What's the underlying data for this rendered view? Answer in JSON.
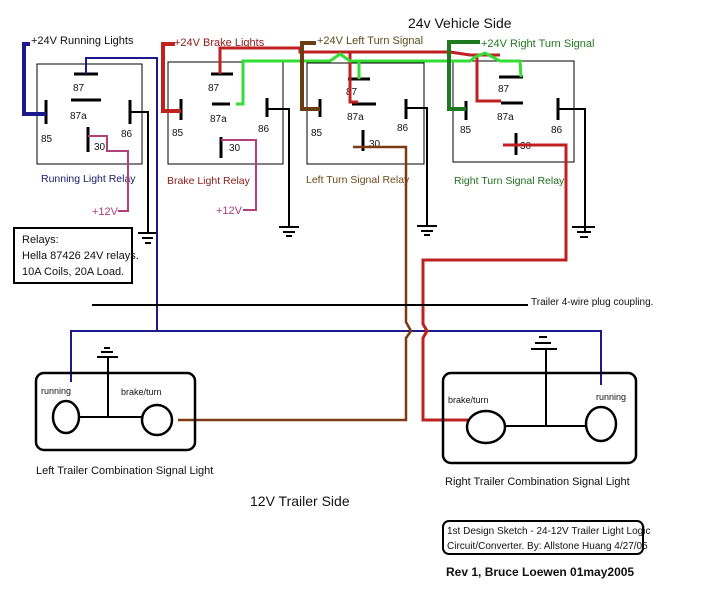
{
  "title_vehicle_side": "24v Vehicle Side",
  "title_trailer_side": "12V Trailer Side",
  "colors": {
    "running": "#1a1a8c",
    "brake": "#c02020",
    "left_turn": "#6b3d12",
    "right_turn": "#1f7a1f",
    "green_bright": "#33dd33",
    "pink": "#b0407a",
    "black": "#000000"
  },
  "inputs": {
    "running": "+24V Running Lights",
    "brake": "+24V Brake Lights",
    "left_turn": "+24V Left Turn Signal",
    "right_turn": "+24V Right Turn Signal"
  },
  "relays": [
    {
      "name": "Running Light Relay",
      "pins": {
        "p87": "87",
        "p87a": "87a",
        "p85": "85",
        "p86": "86",
        "p30": "30"
      },
      "supply": "+12V"
    },
    {
      "name": "Brake Light Relay",
      "pins": {
        "p87": "87",
        "p87a": "87a",
        "p85": "85",
        "p86": "86",
        "p30": "30"
      },
      "supply": "+12V"
    },
    {
      "name": "Left Turn Signal Relay",
      "pins": {
        "p87": "87",
        "p87a": "87a",
        "p85": "85",
        "p86": "86",
        "p30": "30"
      }
    },
    {
      "name": "Right Turn Signal Relay",
      "pins": {
        "p87": "87",
        "p87a": "87a",
        "p85": "85",
        "p86": "86",
        "p30": "30"
      }
    }
  ],
  "relay_note": {
    "line1": "Relays:",
    "line2": "Hella 87426 24V relays.",
    "line3": "10A Coils, 20A Load."
  },
  "coupling_label": "Trailer 4-wire plug coupling.",
  "lights": {
    "left": {
      "title": "Left Trailer Combination Signal Light",
      "running": "running",
      "brake_turn": "brake/turn"
    },
    "right": {
      "title": "Right Trailer Combination Signal Light",
      "running": "running",
      "brake_turn": "brake/turn"
    }
  },
  "credits": {
    "line1": "1st Design Sketch - 24-12V Trailer Light Logic",
    "line2": "Circuit/Converter. By: Allstone Huang 4/27/05",
    "rev": "Rev 1, Bruce Loewen 01may2005"
  }
}
